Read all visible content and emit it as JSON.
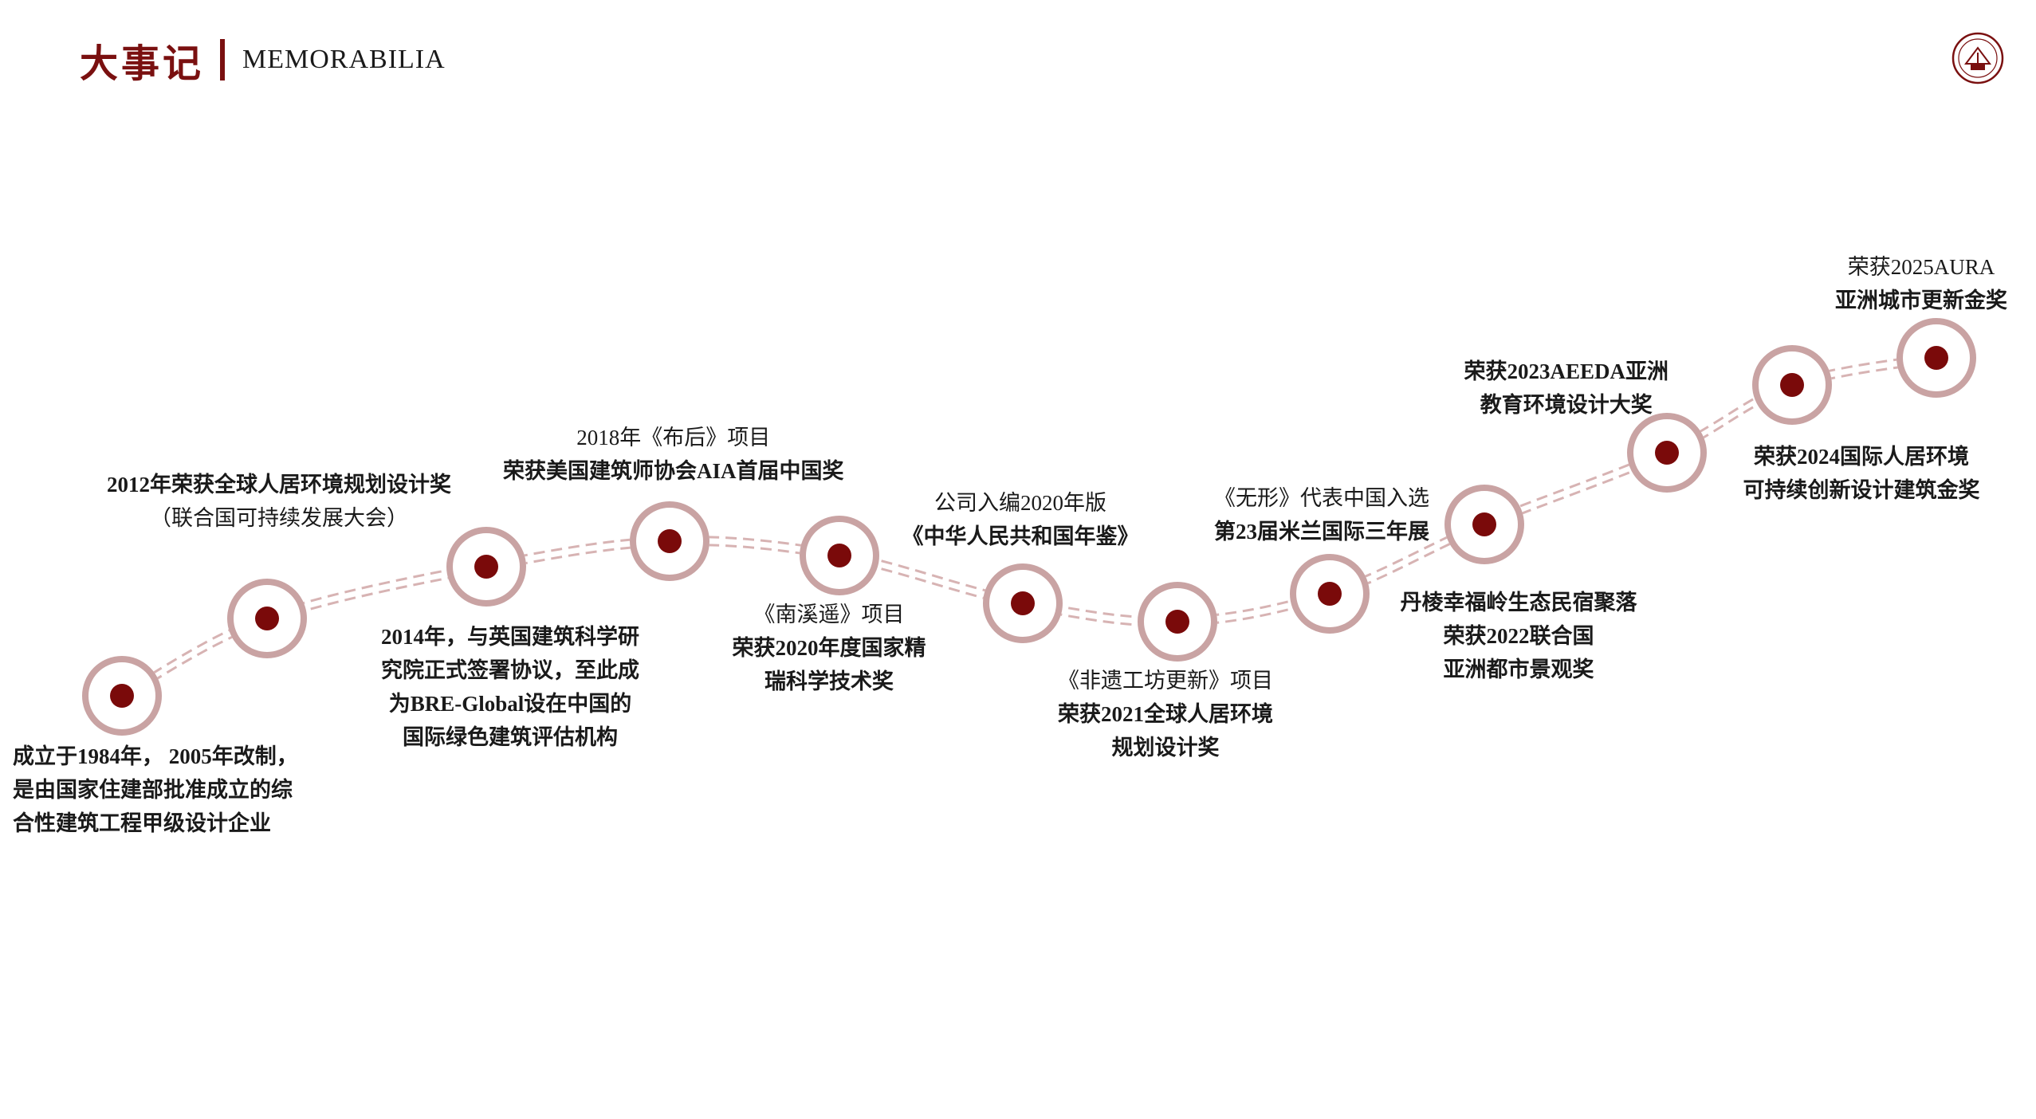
{
  "header": {
    "title_cn": "大事记",
    "title_en": "MEMORABILIA"
  },
  "colors": {
    "accent": "#7a1010",
    "ring": "#c9a3a3",
    "dot": "#7a0a0a",
    "line": "#d7b3b3"
  },
  "logo": {
    "icon": "seal-emblem-icon"
  },
  "milestones": [
    {
      "lines": [
        "成立于1984年， 2005年改制，",
        "是由国家住建部批准成立的综",
        "合性建筑工程甲级设计企业"
      ]
    },
    {
      "lines": [
        "2012年荣获全球人居环境规划设计奖",
        "（联合国可持续发展大会）"
      ]
    },
    {
      "lines": [
        "2014年，与英国建筑科学研",
        "究院正式签署协议，至此成",
        "为BRE-Global设在中国的",
        "国际绿色建筑评估机构"
      ]
    },
    {
      "lines": [
        "2018年《布后》项目",
        "荣获美国建筑师协会AIA首届中国奖"
      ]
    },
    {
      "lines": [
        "《南溪遥》项目",
        "荣获2020年度国家精",
        "瑞科学技术奖"
      ]
    },
    {
      "lines": [
        "公司入编2020年版",
        "《中华人民共和国年鉴》"
      ]
    },
    {
      "lines": [
        "《非遗工坊更新》项目",
        "荣获2021全球人居环境",
        "规划设计奖"
      ]
    },
    {
      "lines": [
        "《无形》代表中国入选",
        "第23届米兰国际三年展"
      ]
    },
    {
      "lines": [
        "丹棱幸福岭生态民宿聚落",
        "荣获2022联合国",
        "亚洲都市景观奖"
      ]
    },
    {
      "lines": [
        "荣获2023AEEDA亚洲",
        "教育环境设计大奖"
      ]
    },
    {
      "lines": [
        "荣获2024国际人居环境",
        "可持续创新设计建筑金奖"
      ]
    },
    {
      "lines": [
        "荣获2025AURA",
        "亚洲城市更新金奖"
      ]
    }
  ]
}
